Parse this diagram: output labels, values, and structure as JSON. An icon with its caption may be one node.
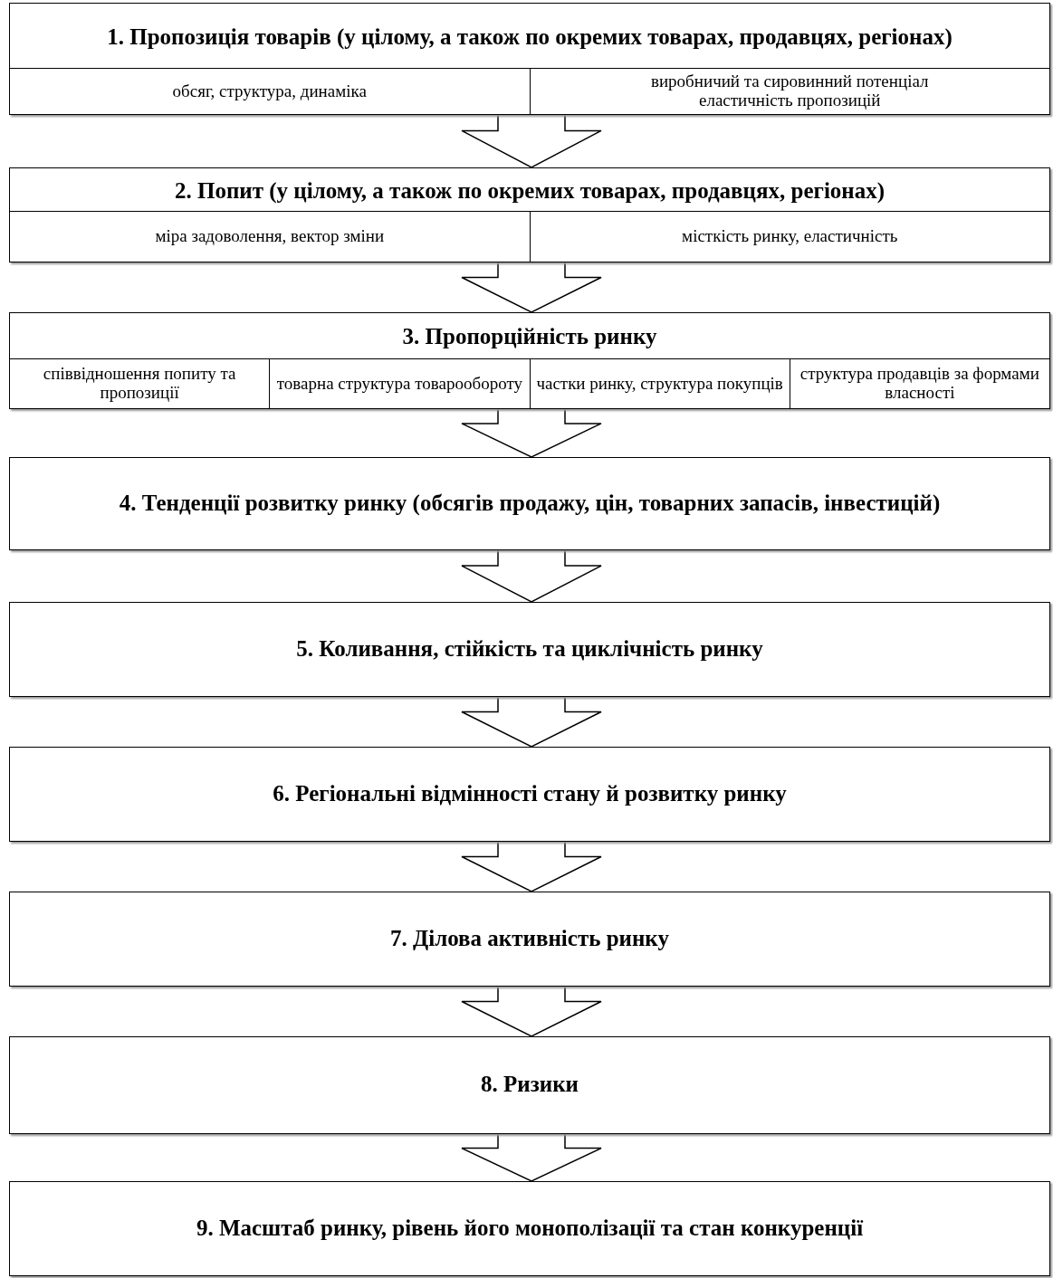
{
  "diagram": {
    "nodes": [
      {
        "text": [
          "1. Пропозиція товарів (у цілому, а також по окремих товарах, продавцях, регіонах)"
        ]
      },
      {
        "text": [
          "обсяг, структура, динаміка"
        ],
        "in": 0
      },
      {
        "text": [
          "виробничий та сировинний потенціал",
          "еластичність пропозицій"
        ],
        "in": 0
      },
      {
        "text": [
          "2. Попит (у цілому, а також по окремих товарах, продавцях, регіонах)"
        ]
      },
      {
        "text": [
          "міра задоволення, вектор зміни"
        ],
        "in": 3
      },
      {
        "text": [
          "місткість ринку, еластичність"
        ],
        "in": 3
      },
      {
        "text": [
          "3. Пропорційність ринку"
        ]
      },
      {
        "text": [
          "співвідношення попиту та пропозиції"
        ],
        "in": 6
      },
      {
        "text": [
          "товарна структура товарообороту"
        ],
        "in": 6
      },
      {
        "text": [
          "частки ринку, структура покупців"
        ],
        "in": 6
      },
      {
        "text": [
          "структура продавців за формами власності"
        ],
        "in": 6
      },
      {
        "text": [
          "4. Тенденції розвитку ринку (обсягів продажу, цін, товарних запасів, інвестицій)"
        ]
      },
      {
        "text": [
          "5. Коливання, стійкість та циклічність ринку"
        ]
      },
      {
        "text": [
          "6. Регіональні відмінності стану й розвитку ринку"
        ]
      },
      {
        "text": [
          "7. Ділова активність ринку"
        ]
      },
      {
        "text": [
          "8. Ризики"
        ]
      },
      {
        "text": [
          "9. Масштаб ринку, рівень його монополізації та стан конкуренції"
        ]
      }
    ],
    "edges": [
      {
        "from": 0,
        "to": 3,
        "arrow": "to"
      },
      {
        "from": 3,
        "to": 6,
        "arrow": "to"
      },
      {
        "from": 6,
        "to": 11,
        "arrow": "to"
      },
      {
        "from": 11,
        "to": 12,
        "arrow": "to"
      },
      {
        "from": 12,
        "to": 13,
        "arrow": "to"
      },
      {
        "from": 13,
        "to": 14,
        "arrow": "to"
      },
      {
        "from": 14,
        "to": 15,
        "arrow": "to"
      },
      {
        "from": 15,
        "to": 16,
        "arrow": "to"
      }
    ]
  }
}
